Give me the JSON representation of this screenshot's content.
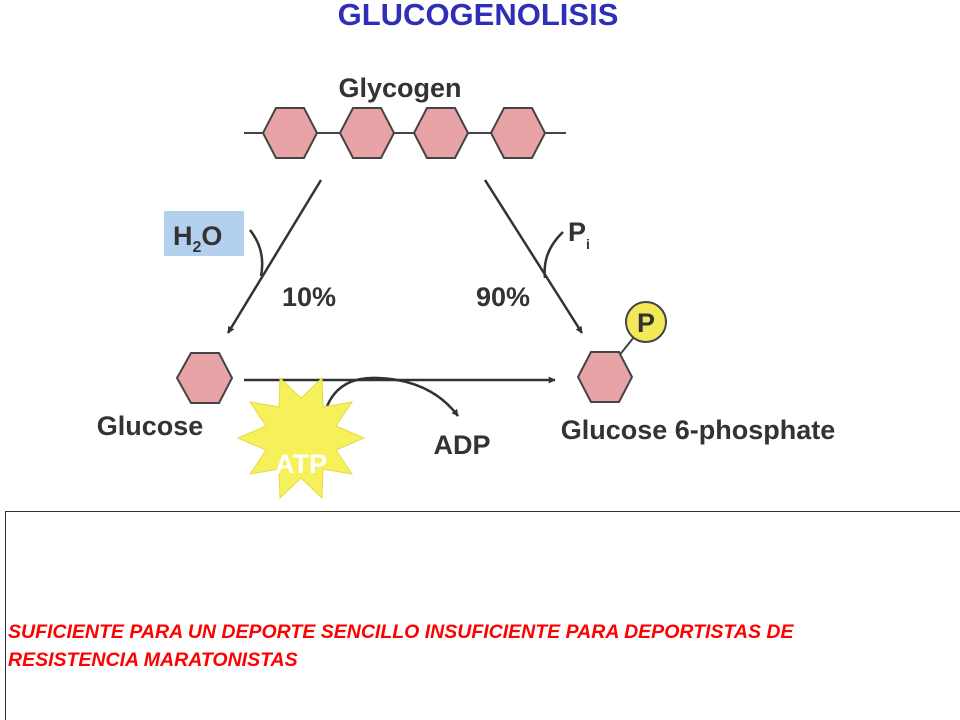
{
  "title": "GLUCOGENOLISIS",
  "labels": {
    "glycogen": "Glycogen",
    "water": {
      "base": "H",
      "sub": "2",
      "tail": "O"
    },
    "phosphate_inorganic": {
      "base": "P",
      "sub": "i"
    },
    "pct_left": "10%",
    "pct_right": "90%",
    "phosphate_group": "P",
    "glucose": "Glucose",
    "glucose_6_phosphate": "Glucose 6-phosphate",
    "atp": "ATP",
    "adp": "ADP"
  },
  "note": "SUFICIENTE PARA UN DEPORTE SENCILLO INSUFICIENTE PARA DEPORTISTAS DE RESISTENCIA   MARATONISTAS",
  "colors": {
    "title": "#2e2eb8",
    "sugar_fill": "#e8a3a6",
    "water_box": "#b3d1ee",
    "phosphate_fill": "#f2e85a",
    "atp_fill": "#f6f05a",
    "note_text": "#ff0000"
  }
}
